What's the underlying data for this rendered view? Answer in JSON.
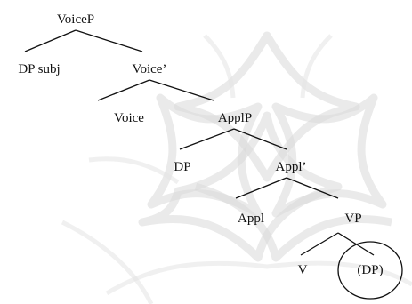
{
  "tree": {
    "nodes": {
      "voicep": "VoiceP",
      "dp_subj": "DP subj",
      "voice_bar": "Voice’",
      "voice": "Voice",
      "applp": "ApplP",
      "dp": "DP",
      "appl_bar": "Appl’",
      "appl": "Appl",
      "vp": "VP",
      "v": "V",
      "dp_obj": "(DP)"
    },
    "edges": [
      [
        "voicep",
        "dp_subj"
      ],
      [
        "voicep",
        "voice_bar"
      ],
      [
        "voice_bar",
        "voice"
      ],
      [
        "voice_bar",
        "applp"
      ],
      [
        "applp",
        "dp"
      ],
      [
        "applp",
        "appl_bar"
      ],
      [
        "appl_bar",
        "appl"
      ],
      [
        "appl_bar",
        "vp"
      ],
      [
        "vp",
        "v"
      ],
      [
        "vp",
        "dp_obj"
      ]
    ],
    "circled_node": "dp_obj"
  },
  "colors": {
    "ink": "#111111",
    "watermark": "#d9d9d9",
    "background": "#ffffff"
  }
}
